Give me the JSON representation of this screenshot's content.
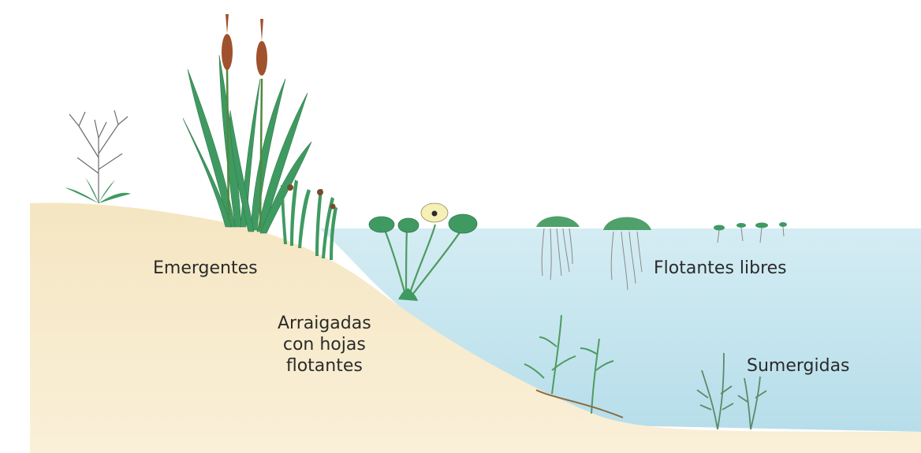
{
  "labels": {
    "emergentes": "Emergentes",
    "arraigadas_line1": "Arraigadas",
    "arraigadas_line2": "con hojas",
    "arraigadas_line3": "flotantes",
    "flotantes_libres": "Flotantes libres",
    "sumergidas": "Sumergidas"
  },
  "colors": {
    "water": "#bfe3ee",
    "sand": "#f7ebcc",
    "leaf": "#3f9a62",
    "cattail": "#a0512d",
    "flower": "#f6efb6"
  }
}
